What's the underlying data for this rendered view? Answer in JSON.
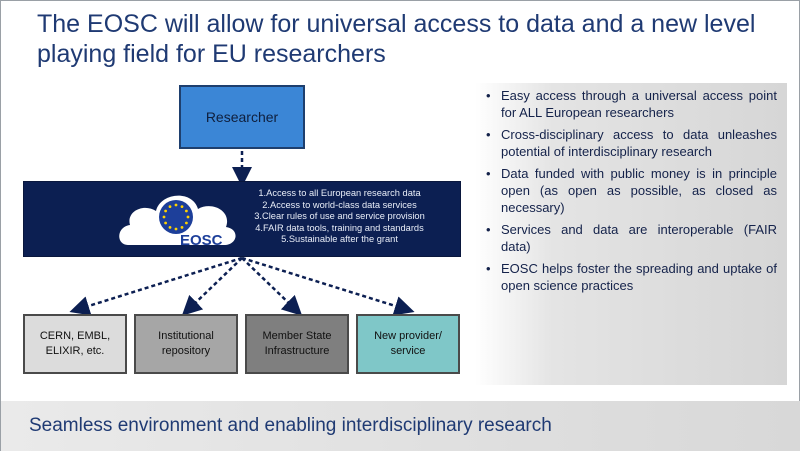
{
  "title": "The EOSC will allow for universal access to data and a new level playing field for EU researchers",
  "diagram": {
    "researcher_label": "Researcher",
    "eosc_logo_text": "EOSC",
    "eosc_points": [
      "1.Access to all European research data",
      "2.Access to world-class data services",
      "3.Clear rules of use and service provision",
      "4.FAIR data tools, training and standards",
      "5.Sustainable after the grant"
    ],
    "providers": [
      {
        "line1": "CERN, EMBL,",
        "line2": "ELIXIR, etc."
      },
      {
        "line1": "Institutional",
        "line2": "repository"
      },
      {
        "line1": "Member State",
        "line2": "Infrastructure"
      },
      {
        "line1": "New provider/",
        "line2": "service"
      }
    ]
  },
  "bullets": [
    "Easy access through a universal access point for ALL European researchers",
    "Cross-disciplinary access to data unleashes potential of interdisciplinary research",
    "Data funded with public money is in principle open (as open as possible, as closed as necessary)",
    "Services and data are interoperable (FAIR data)",
    "EOSC helps foster the spreading and uptake of open science practices"
  ],
  "footer": "Seamless environment and enabling interdisciplinary research",
  "colors": {
    "title": "#1f3a73",
    "researcher_box": "#3b86d6",
    "eosc_box": "#0c1f52",
    "provider_1": "#dcdcdc",
    "provider_2": "#a6a6a6",
    "provider_3": "#7f7f7f",
    "provider_4": "#7fc7c8"
  }
}
